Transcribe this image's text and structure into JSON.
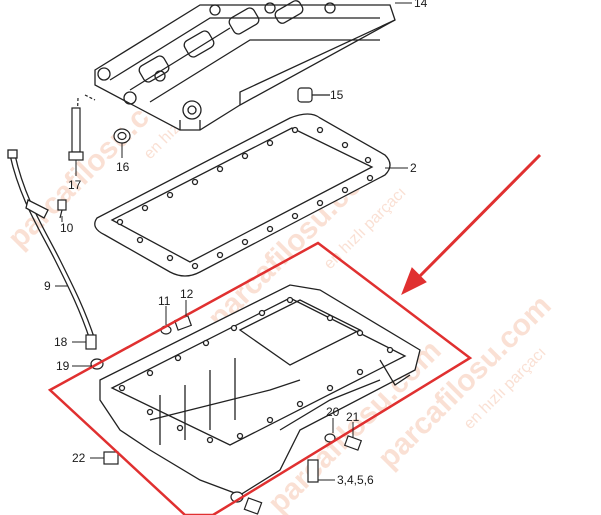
{
  "diagram": {
    "part_labels": [
      "14",
      "15",
      "2",
      "16",
      "17",
      "10",
      "9",
      "11",
      "12",
      "18",
      "19",
      "20",
      "21",
      "22",
      "3,4,5,6"
    ],
    "watermark": {
      "brand": "parcafilosu.com",
      "tagline": "en hızlı parçacı"
    },
    "highlight_color": "#e03030",
    "arrow_color": "#e03030"
  }
}
